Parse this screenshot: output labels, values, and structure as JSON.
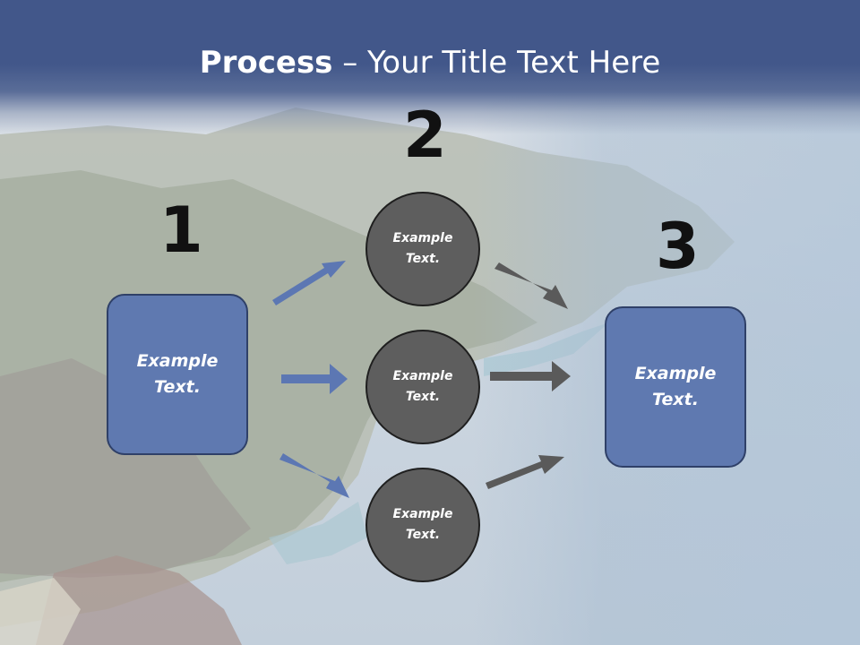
{
  "title": {
    "bold": "Process",
    "rest": " – Your Title Text Here"
  },
  "numbers": [
    "1",
    "2",
    "3"
  ],
  "left_box": {
    "text": "Example\nText."
  },
  "circles": [
    {
      "text": "Example\nText."
    },
    {
      "text": "Example\nText."
    },
    {
      "text": "Example\nText."
    }
  ],
  "right_box": {
    "text": "Example\nText."
  },
  "colors": {
    "header": "#42578a",
    "box_fill": "#5f79b0",
    "circle_fill": "#5e5e5e",
    "blue_arrow": "#5c77b3",
    "gray_arrow": "#5a5a5a"
  }
}
